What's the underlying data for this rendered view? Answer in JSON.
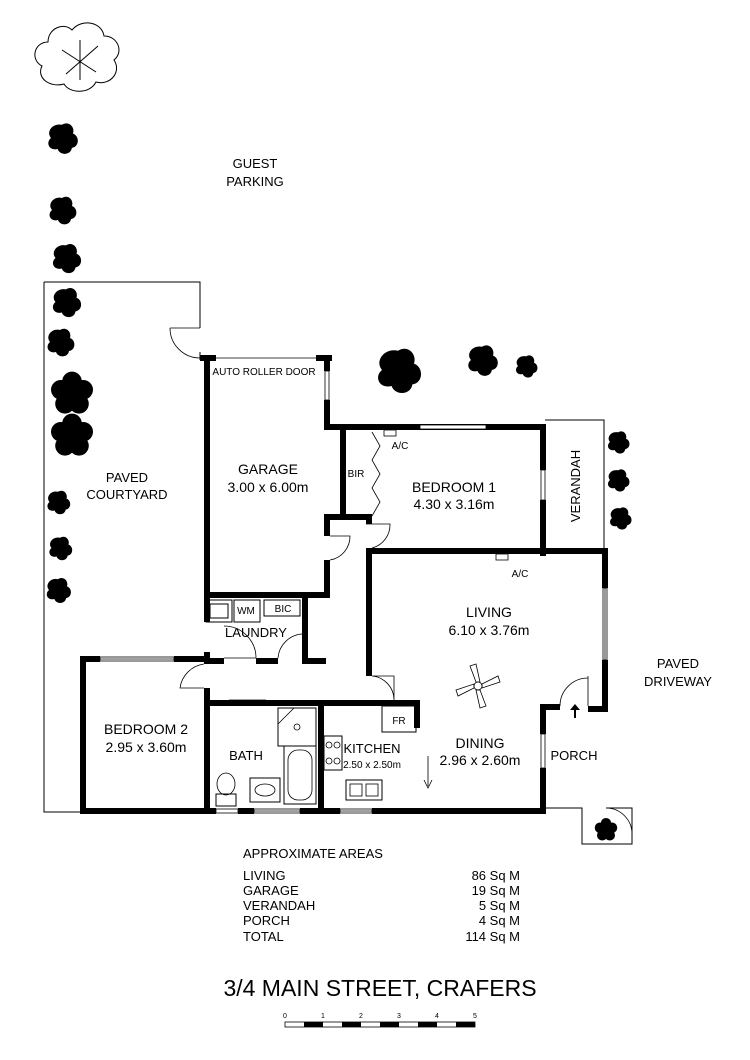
{
  "address": "3/4 MAIN STREET, CRAFERS",
  "labels": {
    "guest_parking_line1": "GUEST",
    "guest_parking_line2": "PARKING",
    "paved_courtyard_line1": "PAVED",
    "paved_courtyard_line2": "COURTYARD",
    "paved_driveway_line1": "PAVED",
    "paved_driveway_line2": "DRIVEWAY",
    "auto_roller_door": "AUTO ROLLER DOOR",
    "bir": "BIR",
    "ac_bedroom": "A/C",
    "ac_living": "A/C",
    "verandah": "VERANDAH",
    "wm": "WM",
    "bic": "BIC",
    "laundry": "LAUNDRY",
    "bath": "BATH",
    "fr": "FR",
    "porch": "PORCH"
  },
  "rooms": [
    {
      "name": "GARAGE",
      "size": "3.00 x 6.00m"
    },
    {
      "name": "BEDROOM 1",
      "size": "4.30 x 3.16m"
    },
    {
      "name": "LIVING",
      "size": "6.10 x 3.76m"
    },
    {
      "name": "BEDROOM 2",
      "size": "2.95 x 3.60m"
    },
    {
      "name": "KITCHEN",
      "size": "2.50 x 2.50m"
    },
    {
      "name": "DINING",
      "size": "2.96 x 2.60m"
    }
  ],
  "areas": {
    "heading": "APPROXIMATE AREAS",
    "rows": [
      {
        "label": "LIVING",
        "value": "86 Sq M"
      },
      {
        "label": "GARAGE",
        "value": "19 Sq M"
      },
      {
        "label": "VERANDAH",
        "value": "5 Sq M"
      },
      {
        "label": "PORCH",
        "value": "4 Sq M"
      },
      {
        "label": "TOTAL",
        "value": "114 Sq M"
      }
    ]
  },
  "scale_bar": {
    "ticks": [
      "0",
      "1",
      "2",
      "3",
      "4",
      "5"
    ]
  }
}
